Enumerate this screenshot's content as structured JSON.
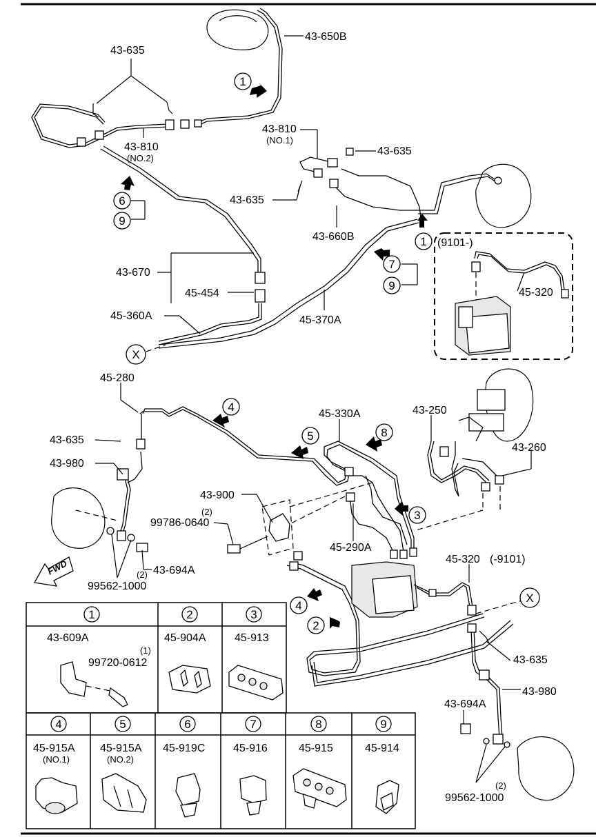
{
  "parts": {
    "p43_650B": "43-650B",
    "p43_635_top": "43-635",
    "p43_810_no2": "43-810",
    "p43_810_no2_sub": "(NO.2)",
    "p43_810_no1": "43-810",
    "p43_810_no1_sub": "(NO.1)",
    "p43_635_mid": "43-635",
    "p43_635_left": "43-635",
    "p43_660B": "43-660B",
    "p43_670": "43-670",
    "p45_454": "45-454",
    "p45_360A": "45-360A",
    "p45_370A": "45-370A",
    "p9101_label": "(9101-)",
    "p45_320_top": "45-320",
    "p45_280": "45-280",
    "p43_635_lower": "43-635",
    "p43_980_left": "43-980",
    "p43_900": "43-900",
    "p99786_qty": "(2)",
    "p99786": "99786-0640",
    "p45_330A": "45-330A",
    "p43_250": "43-250",
    "p43_260": "43-260",
    "p45_290A": "45-290A",
    "p45_320_low": "45-320",
    "p45_320_low_sub": "(-9101)",
    "p43_694A_left": "43-694A",
    "p99562_left_qty": "(2)",
    "p99562_left": "99562-1000",
    "fwd": "FWD",
    "p43_635_right": "43-635",
    "p43_980_right": "43-980",
    "p43_694A_right": "43-694A",
    "p99562_right_qty": "(2)",
    "p99562_right": "99562-1000",
    "x_marker": "X"
  },
  "callouts": {
    "c1": "1",
    "c2": "2",
    "c3": "3",
    "c4": "4",
    "c5": "5",
    "c6": "6",
    "c7": "7",
    "c8": "8",
    "c9": "9"
  },
  "legend": {
    "row1": [
      {
        "num": "1",
        "part": "43-609A",
        "extra": "99720-0612",
        "extra_qty": "(1)"
      },
      {
        "num": "2",
        "part": "45-904A"
      },
      {
        "num": "3",
        "part": "45-913"
      }
    ],
    "row2": [
      {
        "num": "4",
        "part": "45-915A",
        "sub": "(NO.1)"
      },
      {
        "num": "5",
        "part": "45-915A",
        "sub": "(NO.2)"
      },
      {
        "num": "6",
        "part": "45-919C"
      },
      {
        "num": "7",
        "part": "45-916"
      },
      {
        "num": "8",
        "part": "45-915"
      },
      {
        "num": "9",
        "part": "45-914"
      }
    ]
  }
}
